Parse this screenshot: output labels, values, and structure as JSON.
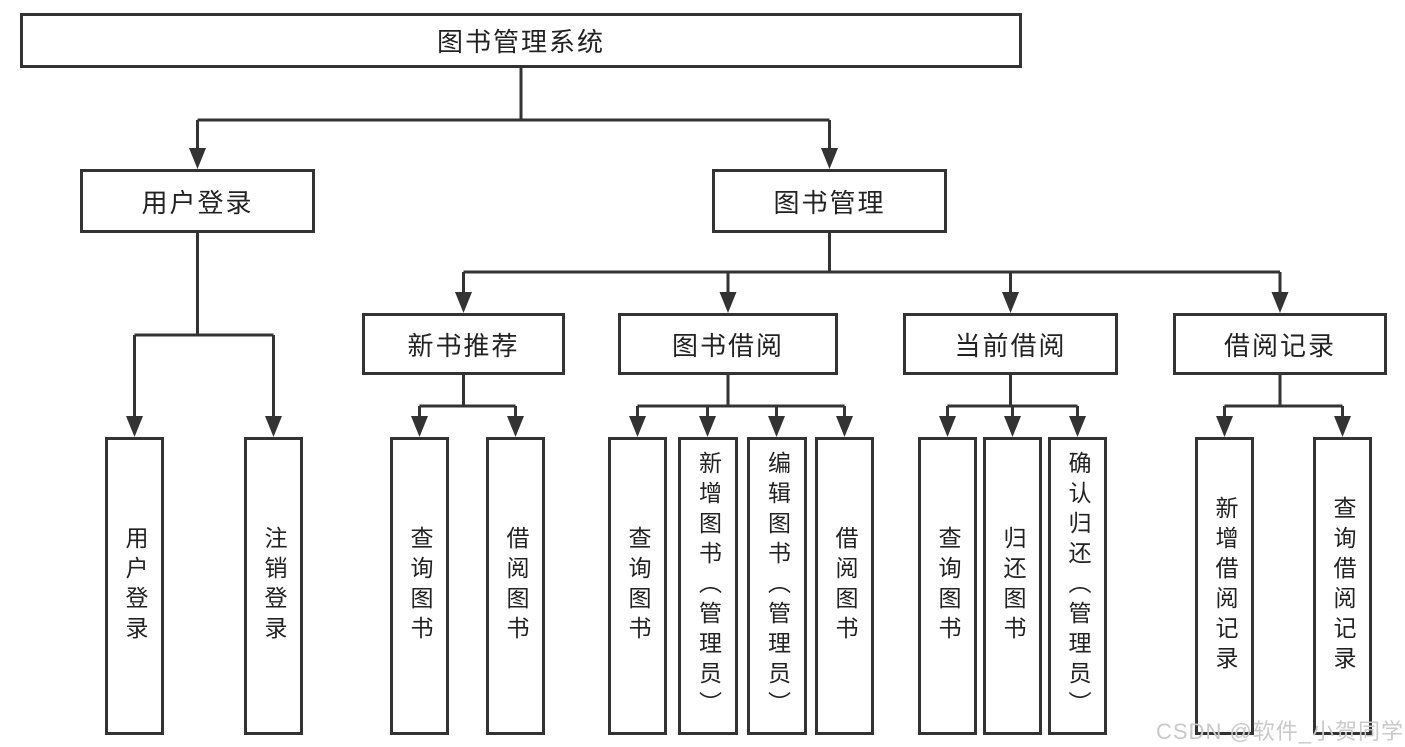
{
  "diagram": {
    "title": "图书管理系统",
    "branches": [
      {
        "label": "用户登录",
        "children": [
          "用户登录",
          "注销登录"
        ]
      },
      {
        "label": "图书管理",
        "sections": [
          {
            "label": "新书推荐",
            "children": [
              "查询图书",
              "借阅图书"
            ]
          },
          {
            "label": "图书借阅",
            "children": [
              "查询图书",
              "新增图书（管理员）",
              "编辑图书（管理员）",
              "借阅图书"
            ]
          },
          {
            "label": "当前借阅",
            "children": [
              "查询图书",
              "归还图书",
              "确认归还（管理员）"
            ]
          },
          {
            "label": "借阅记录",
            "children": [
              "新增借阅记录",
              "查询借阅记录"
            ]
          }
        ]
      }
    ]
  },
  "watermark": {
    "text": "CSDN @软件_小贺同学"
  },
  "colors": {
    "line": "#333333",
    "box_border": "#333333",
    "text": "#222222",
    "background": "#ffffff",
    "watermark": "#c9c9c9"
  }
}
